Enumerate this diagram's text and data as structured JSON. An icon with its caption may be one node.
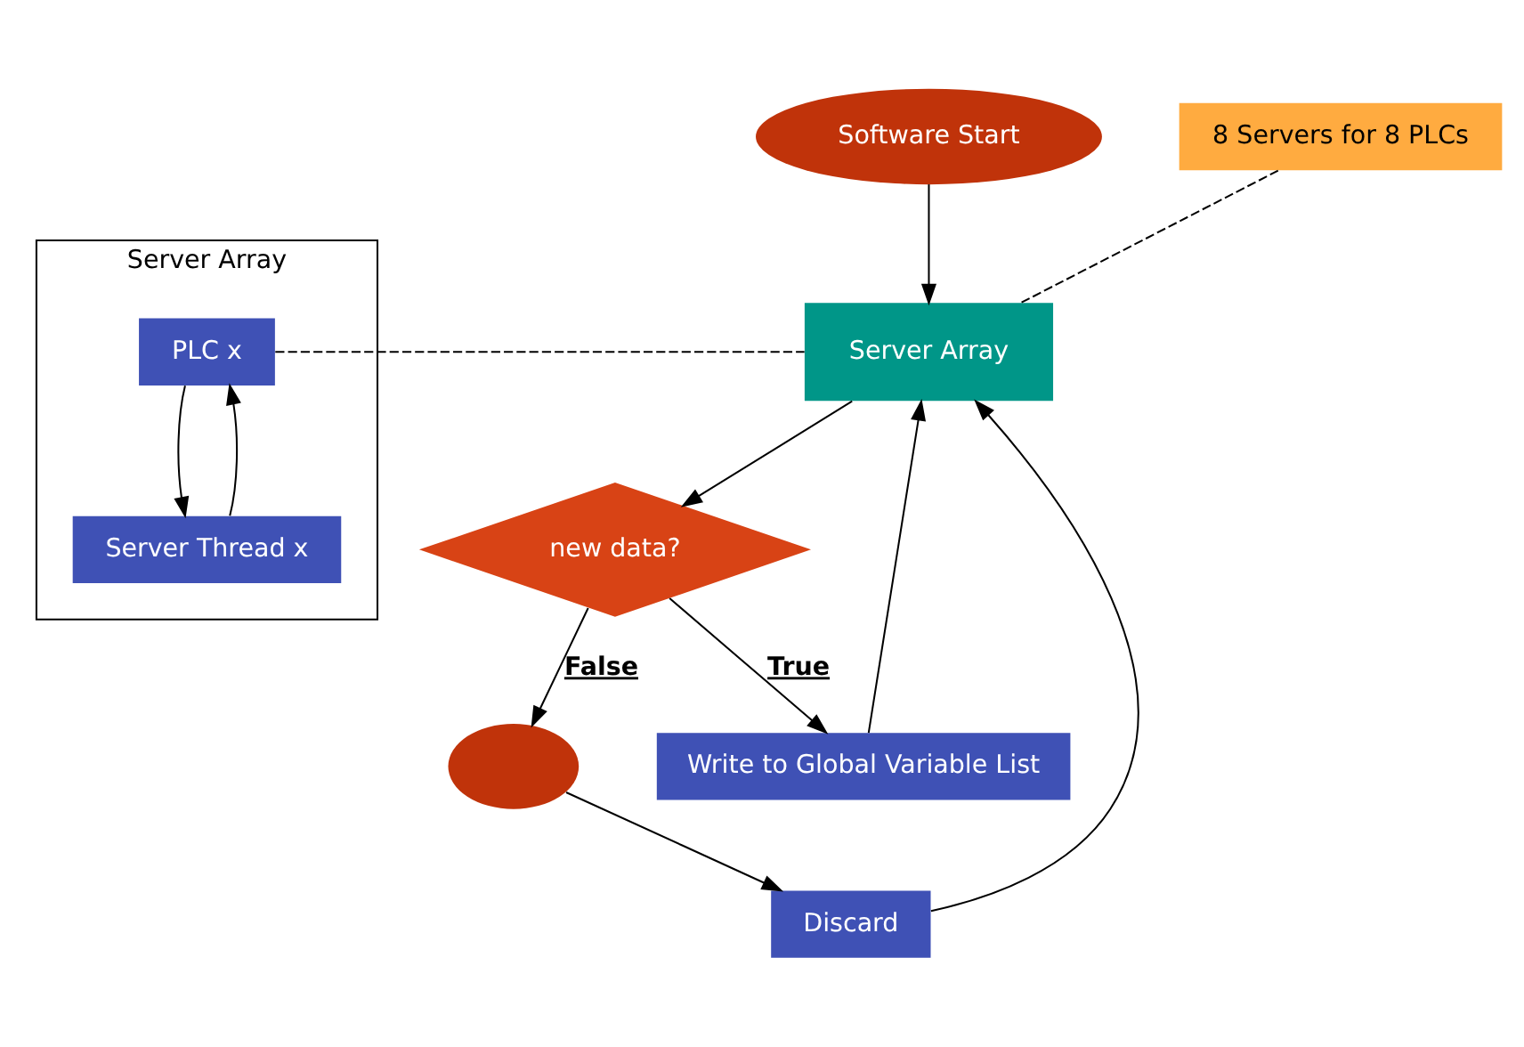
{
  "diagram": {
    "nodes": [
      {
        "text": [
          "Software Start"
        ]
      },
      {
        "text": [
          "8 Servers for 8 PLCs"
        ]
      },
      {
        "text": [
          "Server Array"
        ]
      },
      {
        "text": [
          "PLC x"
        ],
        "in": 2
      },
      {
        "text": [
          "Server Thread x"
        ],
        "in": 2
      },
      {
        "text": [
          "Server Array"
        ]
      },
      {
        "text": [
          "new data?"
        ]
      },
      {
        "text": [],
        "shape": "ellipse"
      },
      {
        "text": [
          "Write to Global Variable List"
        ]
      },
      {
        "text": [
          "Discard"
        ]
      }
    ],
    "edges": [
      {
        "from": 0,
        "to": 5,
        "arrow": "to"
      },
      {
        "from": 1,
        "to": 5,
        "arrow": "none",
        "style": "dashed"
      },
      {
        "from": 3,
        "to": 5,
        "arrow": "none",
        "style": "dashed"
      },
      {
        "from": 3,
        "to": 4,
        "arrow": "to"
      },
      {
        "from": 4,
        "to": 3,
        "arrow": "to"
      },
      {
        "from": 5,
        "to": 6,
        "arrow": "to"
      },
      {
        "from": 6,
        "to": 7,
        "arrow": "to",
        "label": "False"
      },
      {
        "from": 6,
        "to": 8,
        "arrow": "to",
        "label": "True"
      },
      {
        "from": 8,
        "to": 5,
        "arrow": "to"
      },
      {
        "from": 7,
        "to": 9,
        "arrow": "to"
      },
      {
        "from": 9,
        "to": 5,
        "arrow": "to"
      }
    ]
  }
}
